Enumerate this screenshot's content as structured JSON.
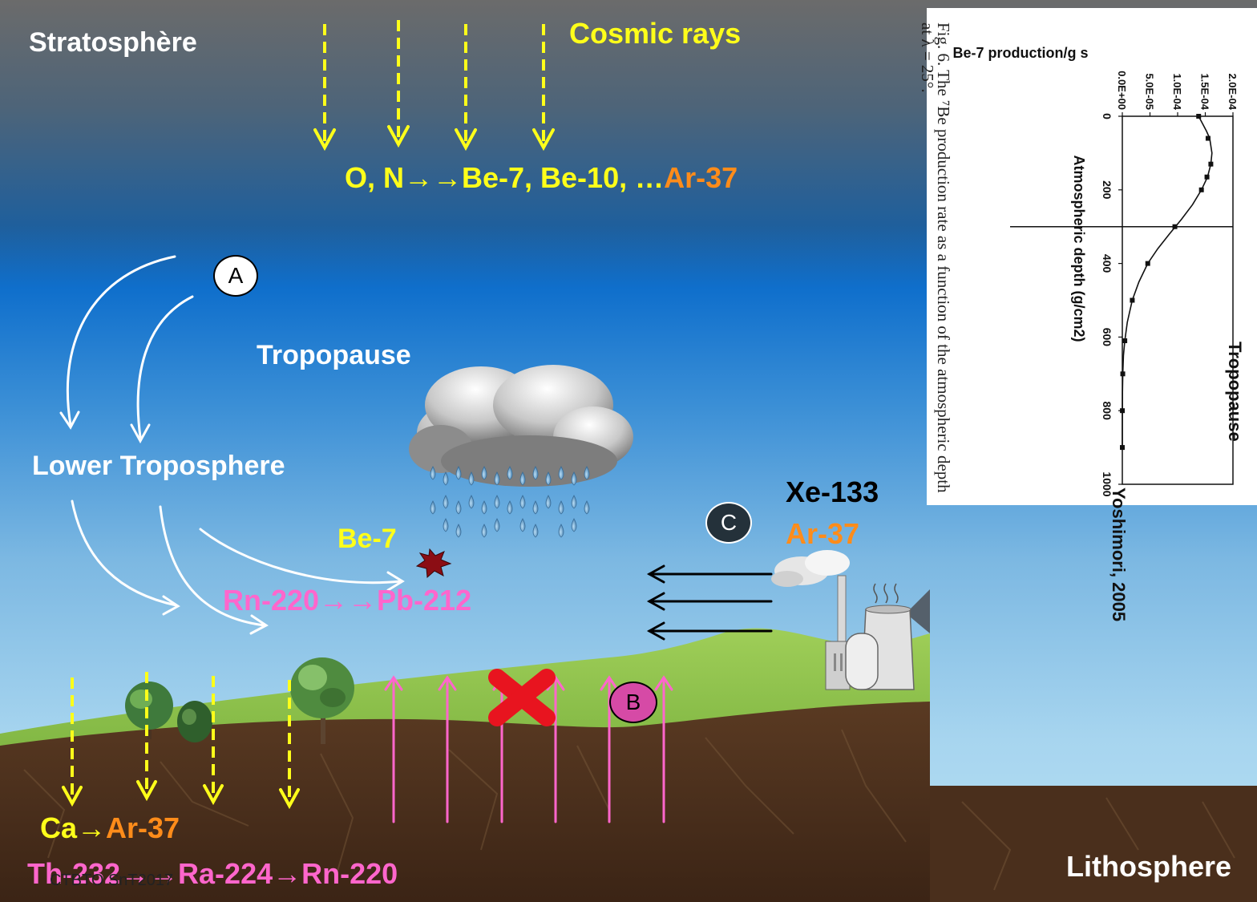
{
  "layers": {
    "stratosphere": "Stratosphère",
    "tropopause": "Tropopause",
    "lower_troposphere": "Lower Troposphere",
    "lithosphere": "Lithosphere"
  },
  "cosmic": {
    "title": "Cosmic rays",
    "reaction_prefix": "O, N→→Be-7, Be-10, …",
    "reaction_suffix": "Ar-37"
  },
  "markers": {
    "a": "A",
    "b": "B",
    "c": "C"
  },
  "atmosphere": {
    "be7": "Be-7",
    "rn_pb": "Rn-220→→Pb-212",
    "xe": "Xe-133",
    "ar": "Ar-37"
  },
  "ground": {
    "ca_prefix": "Ca→",
    "ca_suffix": "Ar-37",
    "th_chain": "Th-232→→Ra-224→Rn-220",
    "watermark": "CTBTO SnT2017"
  },
  "colors": {
    "yellow": "#ffff1a",
    "orange": "#ff8c1a",
    "pink": "#ff66cc",
    "marker_b": "#d64aa6",
    "marker_c": "#24313a",
    "cross": "#e8141f"
  },
  "inset": {
    "tropopause_label": "Tropopause",
    "author_label": "Yoshimori, 2005",
    "caption_line1": "Fig. 6.  The ⁷Be production rate as a function of the atmospheric depth",
    "caption_line2": "at λ = 25°.",
    "chart_data": {
      "type": "line",
      "title": "",
      "xlabel": "Atmospheric depth (g/cm2)",
      "ylabel": "Be-7 production/g s",
      "xlim": [
        0,
        1000
      ],
      "ylim": [
        0,
        0.0002
      ],
      "x_ticks": [
        "0",
        "200",
        "400",
        "600",
        "800",
        "1000"
      ],
      "y_ticks": [
        "0.0E+00",
        "5.0E-05",
        "1.0E-04",
        "1.5E-04",
        "2.0E-04"
      ],
      "tropopause_depth": 300,
      "series": [
        {
          "x": [
            0,
            40,
            60,
            100,
            130,
            165,
            200,
            240,
            280,
            320,
            360,
            400,
            450,
            500,
            560,
            610,
            650,
            700,
            750,
            800,
            850,
            900
          ],
          "y": [
            0.000138,
            0.000152,
            0.000158,
            0.000162,
            0.00016,
            0.000154,
            0.000143,
            0.000127,
            0.000107,
            8.5e-05,
            6.4e-05,
            4.6e-05,
            3e-05,
            1.8e-05,
            9e-06,
            4.5e-06,
            2e-06,
            8e-07,
            3e-07,
            1e-07,
            5e-08,
            2e-08
          ]
        }
      ],
      "markers": {
        "x": [
          0,
          60,
          130,
          165,
          200,
          300,
          400,
          500,
          610,
          700,
          800,
          900
        ],
        "y": [
          0.000138,
          0.000155,
          0.00016,
          0.000153,
          0.000143,
          9.5e-05,
          4.6e-05,
          1.8e-05,
          4.5e-06,
          8e-07,
          1e-07,
          2e-08
        ]
      }
    }
  }
}
